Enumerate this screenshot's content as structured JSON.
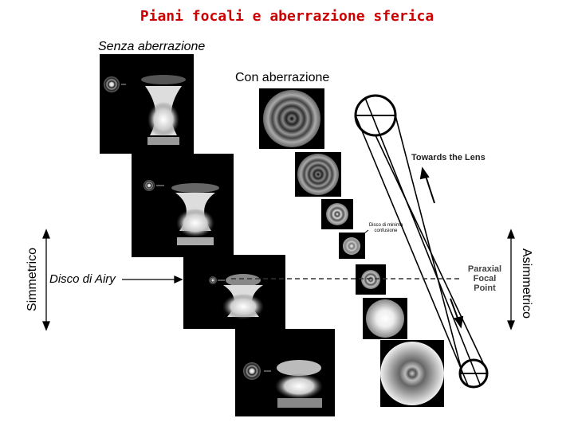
{
  "title": "Piani focali e aberrazione sferica",
  "labels": {
    "senza": "Senza aberrazione",
    "con": "Con aberrazione",
    "disco_airy": "Disco di Airy",
    "simmetrico": "Simmetrico",
    "asimmetrico": "Asimmetrico",
    "towards_lens": "Towards the Lens",
    "disco_minima_line1": "Disco di minima",
    "disco_minima_line2": "confusione",
    "paraxial_line1": "Paraxial",
    "paraxial_line2": "Focal",
    "paraxial_line3": "Point"
  },
  "colors": {
    "title": "#cc0000",
    "image_bg": "#000000",
    "frame_bg": "#1a1a1a"
  }
}
